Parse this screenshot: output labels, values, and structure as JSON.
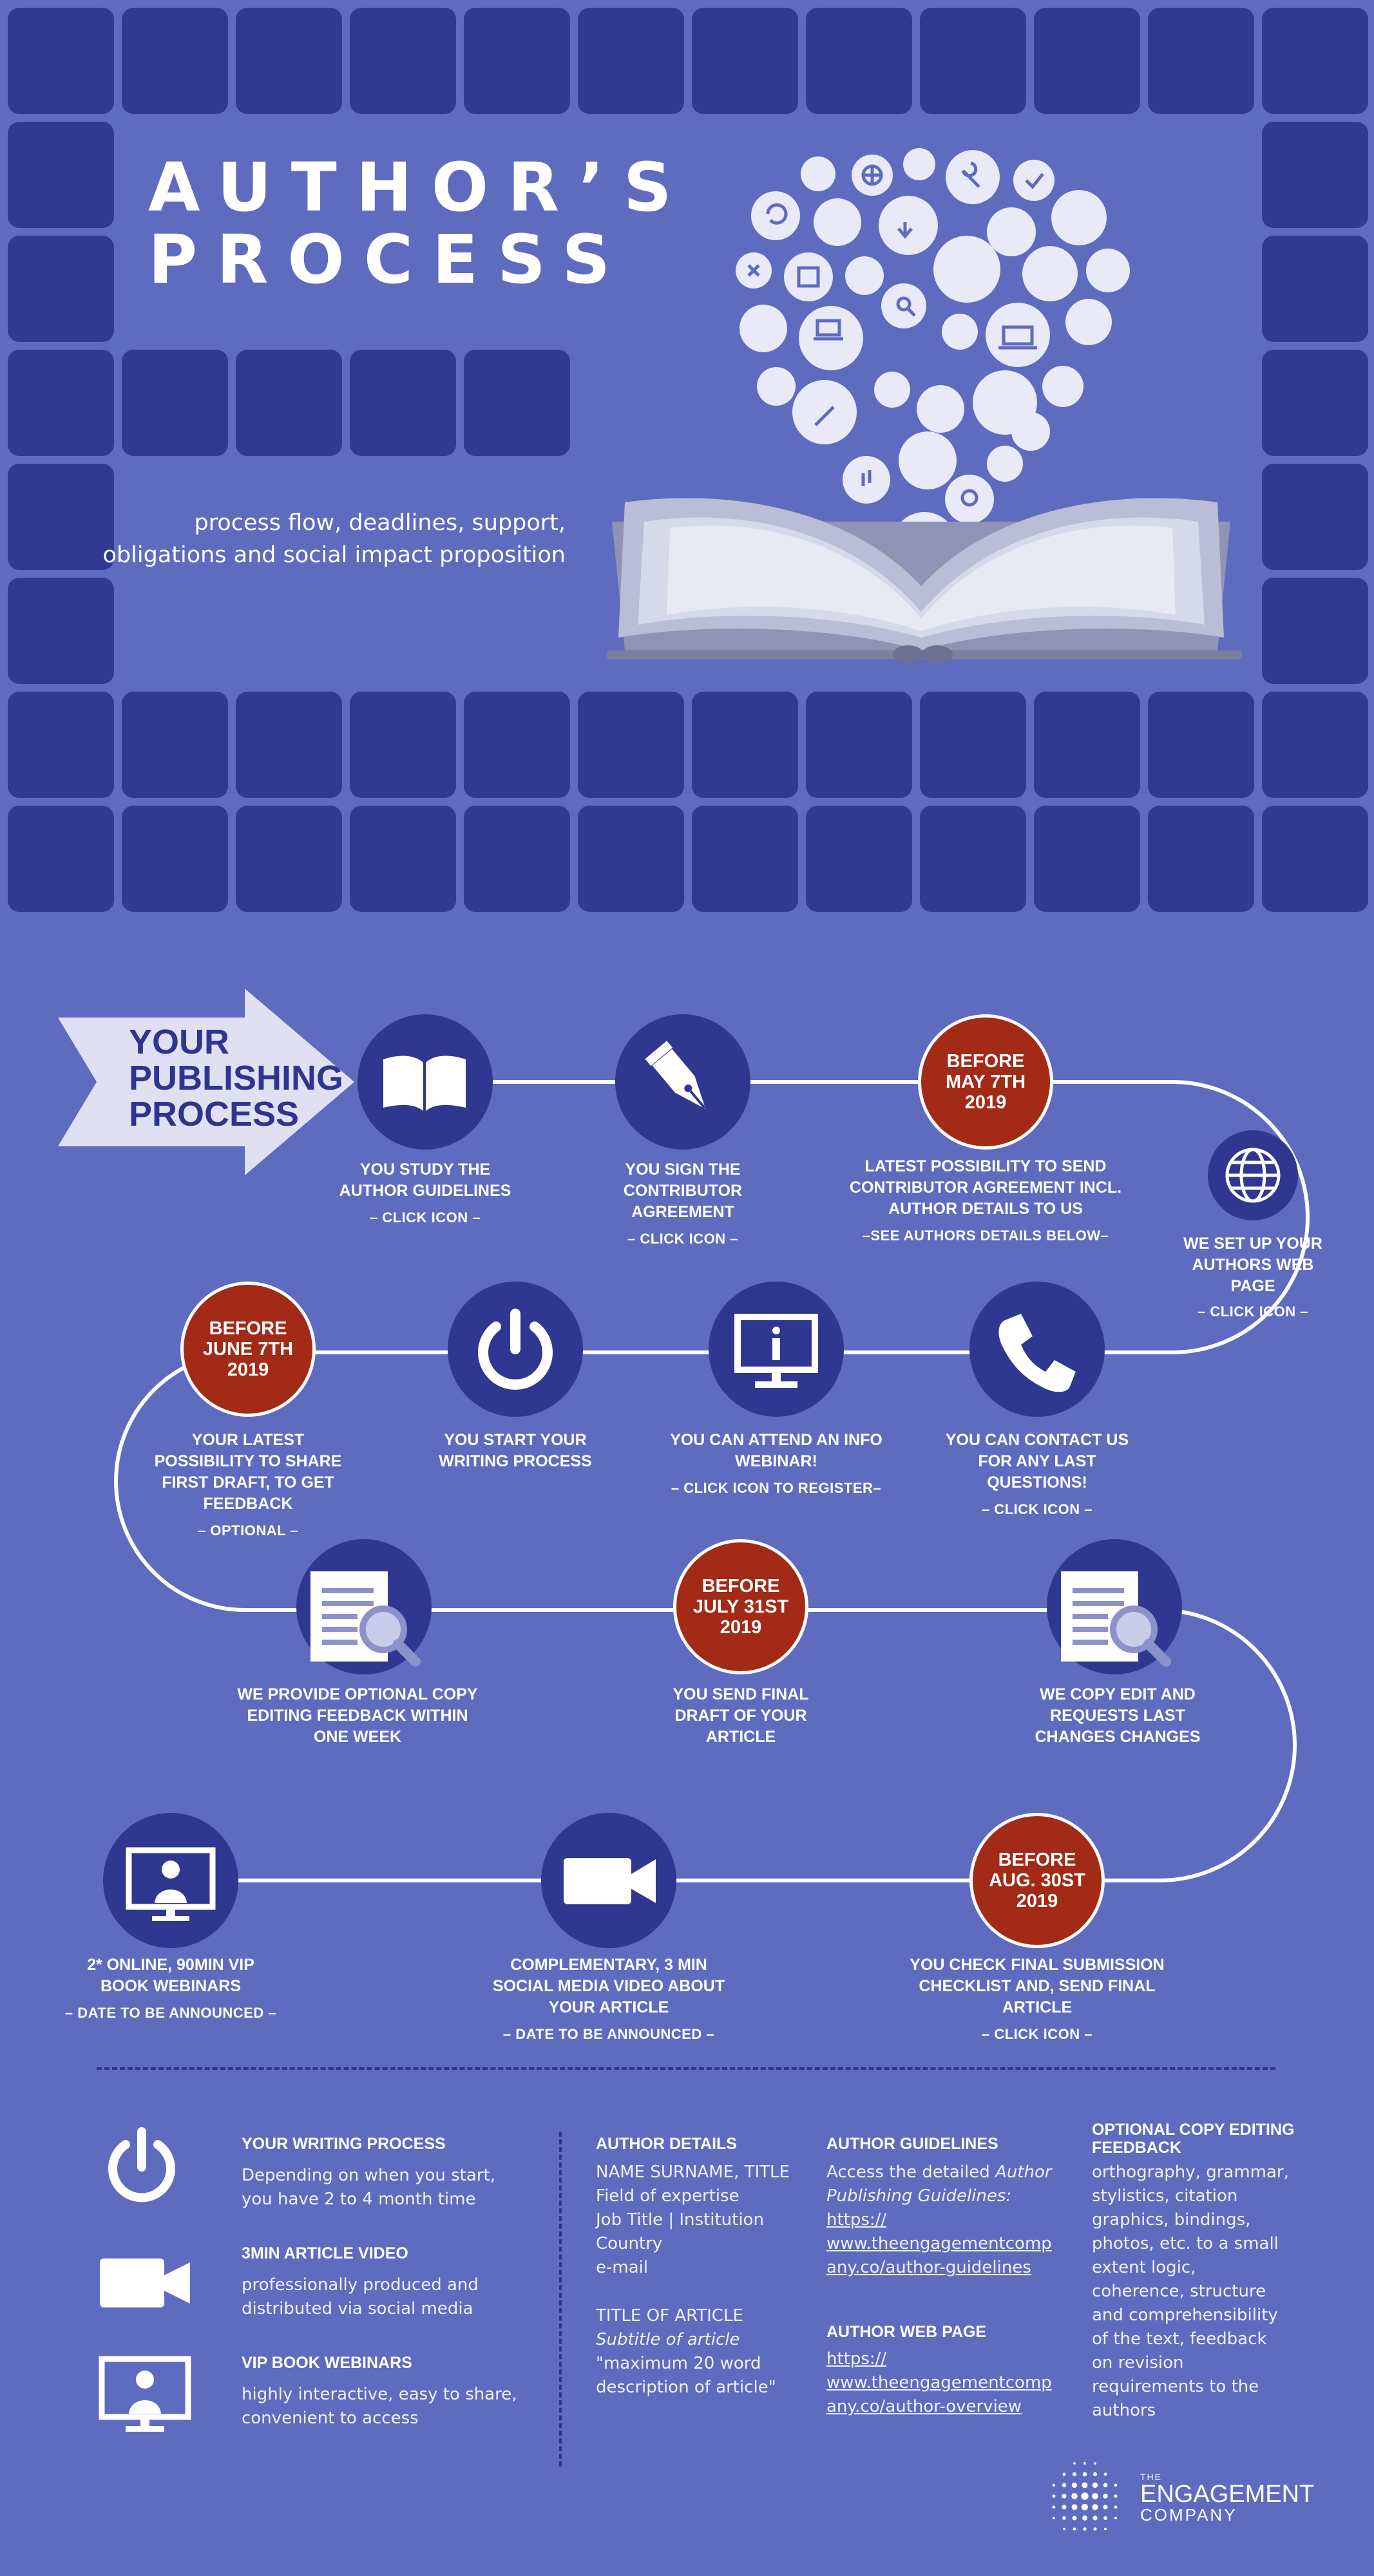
{
  "header": {
    "title_line1": "AUTHOR’S",
    "title_line2": "PROCESS",
    "subtitle_line1": "process flow, deadlines, support,",
    "subtitle_line2": "obligations and social impact proposition"
  },
  "colors": {
    "background": "#5f6bbf",
    "tile": "#313a92",
    "step_circle": "#2f3790",
    "deadline_circle": "#a32a16",
    "arrow": "#dfe1f3"
  },
  "process": {
    "arrow_line1": "YOUR",
    "arrow_line2": "PUBLISHING",
    "arrow_line3": "PROCESS",
    "steps": [
      {
        "icon": "book-icon",
        "caption": "YOU STUDY THE AUTHOR GUIDELINES",
        "link": "– CLICK ICON –"
      },
      {
        "icon": "pen-nib-icon",
        "caption": "YOU SIGN THE CONTRIBUTOR AGREEMENT",
        "link": "– CLICK ICON –"
      },
      {
        "deadline": "BEFORE MAY 7TH 2019",
        "caption": "LATEST POSSIBILITY TO SEND CONTRIBUTOR AGREEMENT INCL. AUTHOR DETAILS TO US",
        "link": "–SEE AUTHORS DETAILS BELOW–"
      },
      {
        "icon": "globe-icon",
        "caption": "WE SET UP YOUR AUTHORS WEB PAGE",
        "link": "– CLICK ICON –"
      },
      {
        "icon": "phone-icon",
        "caption": "YOU CAN CONTACT US FOR ANY LAST QUESTIONS!",
        "link": "– CLICK ICON –"
      },
      {
        "icon": "info-monitor-icon",
        "caption": "YOU CAN ATTEND AN INFO WEBINAR!",
        "link": "– CLICK ICON TO REGISTER–"
      },
      {
        "icon": "power-icon",
        "caption": "YOU START YOUR WRITING PROCESS",
        "link": ""
      },
      {
        "deadline": "BEFORE JUNE 7TH 2019",
        "caption": "YOUR LATEST POSSIBILITY TO SHARE FIRST DRAFT, TO GET FEEDBACK",
        "link": "– OPTIONAL –"
      },
      {
        "icon": "document-search-icon",
        "caption": "WE PROVIDE OPTIONAL COPY EDITING FEEDBACK WITHIN ONE WEEK",
        "link": ""
      },
      {
        "deadline": "BEFORE JULY 31ST 2019",
        "caption": "YOU SEND FINAL DRAFT OF YOUR ARTICLE",
        "link": ""
      },
      {
        "icon": "document-search-icon",
        "caption": "WE COPY EDIT AND REQUESTS LAST CHANGES CHANGES",
        "link": ""
      },
      {
        "deadline": "BEFORE AUG. 30ST 2019",
        "caption": "YOU CHECK FINAL SUBMISSION CHECKLIST AND, SEND FINAL ARTICLE",
        "link": "– CLICK ICON –"
      },
      {
        "icon": "video-camera-icon",
        "caption": "COMPLEMENTARY, 3 MIN SOCIAL MEDIA VIDEO ABOUT YOUR ARTICLE",
        "link": "– DATE TO BE ANNOUNCED –"
      },
      {
        "icon": "webinar-monitor-icon",
        "caption": "2* ONLINE, 90MIN VIP BOOK WEBINARS",
        "link": "– DATE TO BE ANNOUNCED –"
      }
    ]
  },
  "legend": {
    "writing_title": "YOUR WRITING PROCESS",
    "writing_body": "Depending on when you start, you have 2 to 4 month time",
    "video_title": "3MIN ARTICLE VIDEO",
    "video_body": "professionally produced and distributed via social media",
    "webinar_title": "VIP BOOK WEBINARS",
    "webinar_body": "highly interactive, easy to share, convenient to access"
  },
  "author_details": {
    "title": "AUTHOR DETAILS",
    "line1": "NAME SURNAME, TITLE",
    "line2": "Field of expertise",
    "line3": "Job Title | Institution",
    "line4": "Country",
    "line5": "e-mail",
    "line6": "TITLE OF ARTICLE",
    "line7": "Subtitle of article",
    "line8": "\"maximum 20 word",
    "line9": "description of article\""
  },
  "author_guidelines": {
    "title": "AUTHOR GUIDELINES",
    "intro1": "Access the detailed ",
    "intro_italic1": "Author",
    "intro_italic2": "Publishing Guidelines:",
    "url1": "https://",
    "url2": "www.theengagementcomp",
    "url3": "any.co/author-guidelines"
  },
  "author_web_page": {
    "title": "AUTHOR WEB PAGE",
    "url1": "https://",
    "url2": "www.theengagementcomp",
    "url3": "any.co/author-overview"
  },
  "copy_editing": {
    "title_line1": "OPTIONAL COPY EDITING",
    "title_line2": "FEEDBACK",
    "body": "orthography, grammar, stylistics, citation graphics, bindings, photos, etc. to a small extent logic, coherence, structure and comprehensibility of the text, feedback on revision requirements to the authors"
  },
  "logo": {
    "the": "THE",
    "engagement": "ENGAGEMENT",
    "company": "COMPANY"
  }
}
